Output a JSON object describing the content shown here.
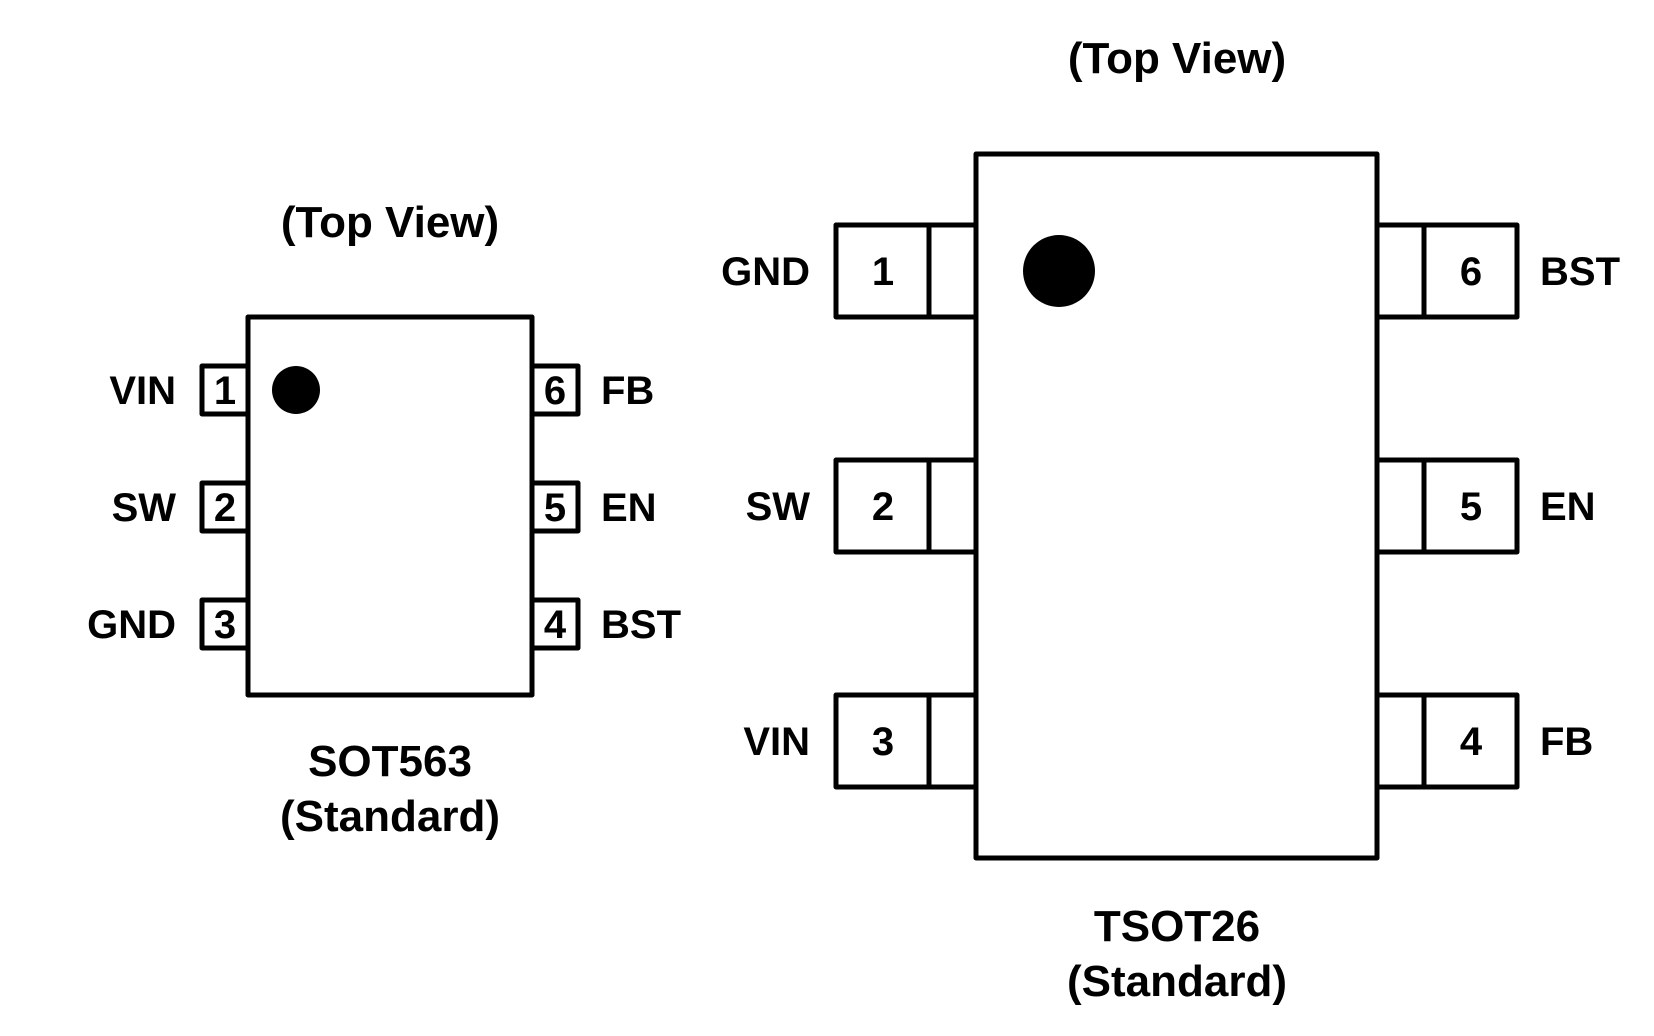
{
  "diagrams": [
    {
      "id": "sot563",
      "view_label": "(Top View)",
      "package_name": "SOT563",
      "package_variant": "(Standard)",
      "pin1_marker": "dot",
      "left_pins": [
        {
          "number": "1",
          "name": "VIN"
        },
        {
          "number": "2",
          "name": "SW"
        },
        {
          "number": "3",
          "name": "GND"
        }
      ],
      "right_pins": [
        {
          "number": "6",
          "name": "FB"
        },
        {
          "number": "5",
          "name": "EN"
        },
        {
          "number": "4",
          "name": "BST"
        }
      ]
    },
    {
      "id": "tsot26",
      "view_label": "(Top View)",
      "package_name": "TSOT26",
      "package_variant": "(Standard)",
      "pin1_marker": "dot",
      "left_pins": [
        {
          "number": "1",
          "name": "GND"
        },
        {
          "number": "2",
          "name": "SW"
        },
        {
          "number": "3",
          "name": "VIN"
        }
      ],
      "right_pins": [
        {
          "number": "6",
          "name": "BST"
        },
        {
          "number": "5",
          "name": "EN"
        },
        {
          "number": "4",
          "name": "FB"
        }
      ]
    }
  ]
}
